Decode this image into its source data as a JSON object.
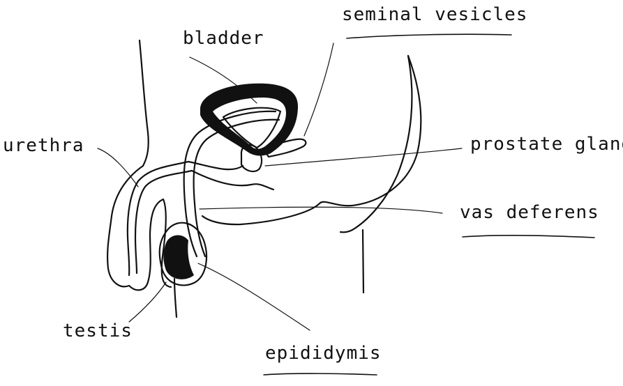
{
  "labels": {
    "bladder": "bladder",
    "seminal_vesicles": "seminal vesicles",
    "urethra": "urethra",
    "prostate_gland": "prostate gland",
    "vas_deferens": "vas deferens",
    "testis": "testis",
    "epididymis": "epididymis"
  },
  "colors": {
    "ink": "#111111",
    "background": "#ffffff"
  }
}
